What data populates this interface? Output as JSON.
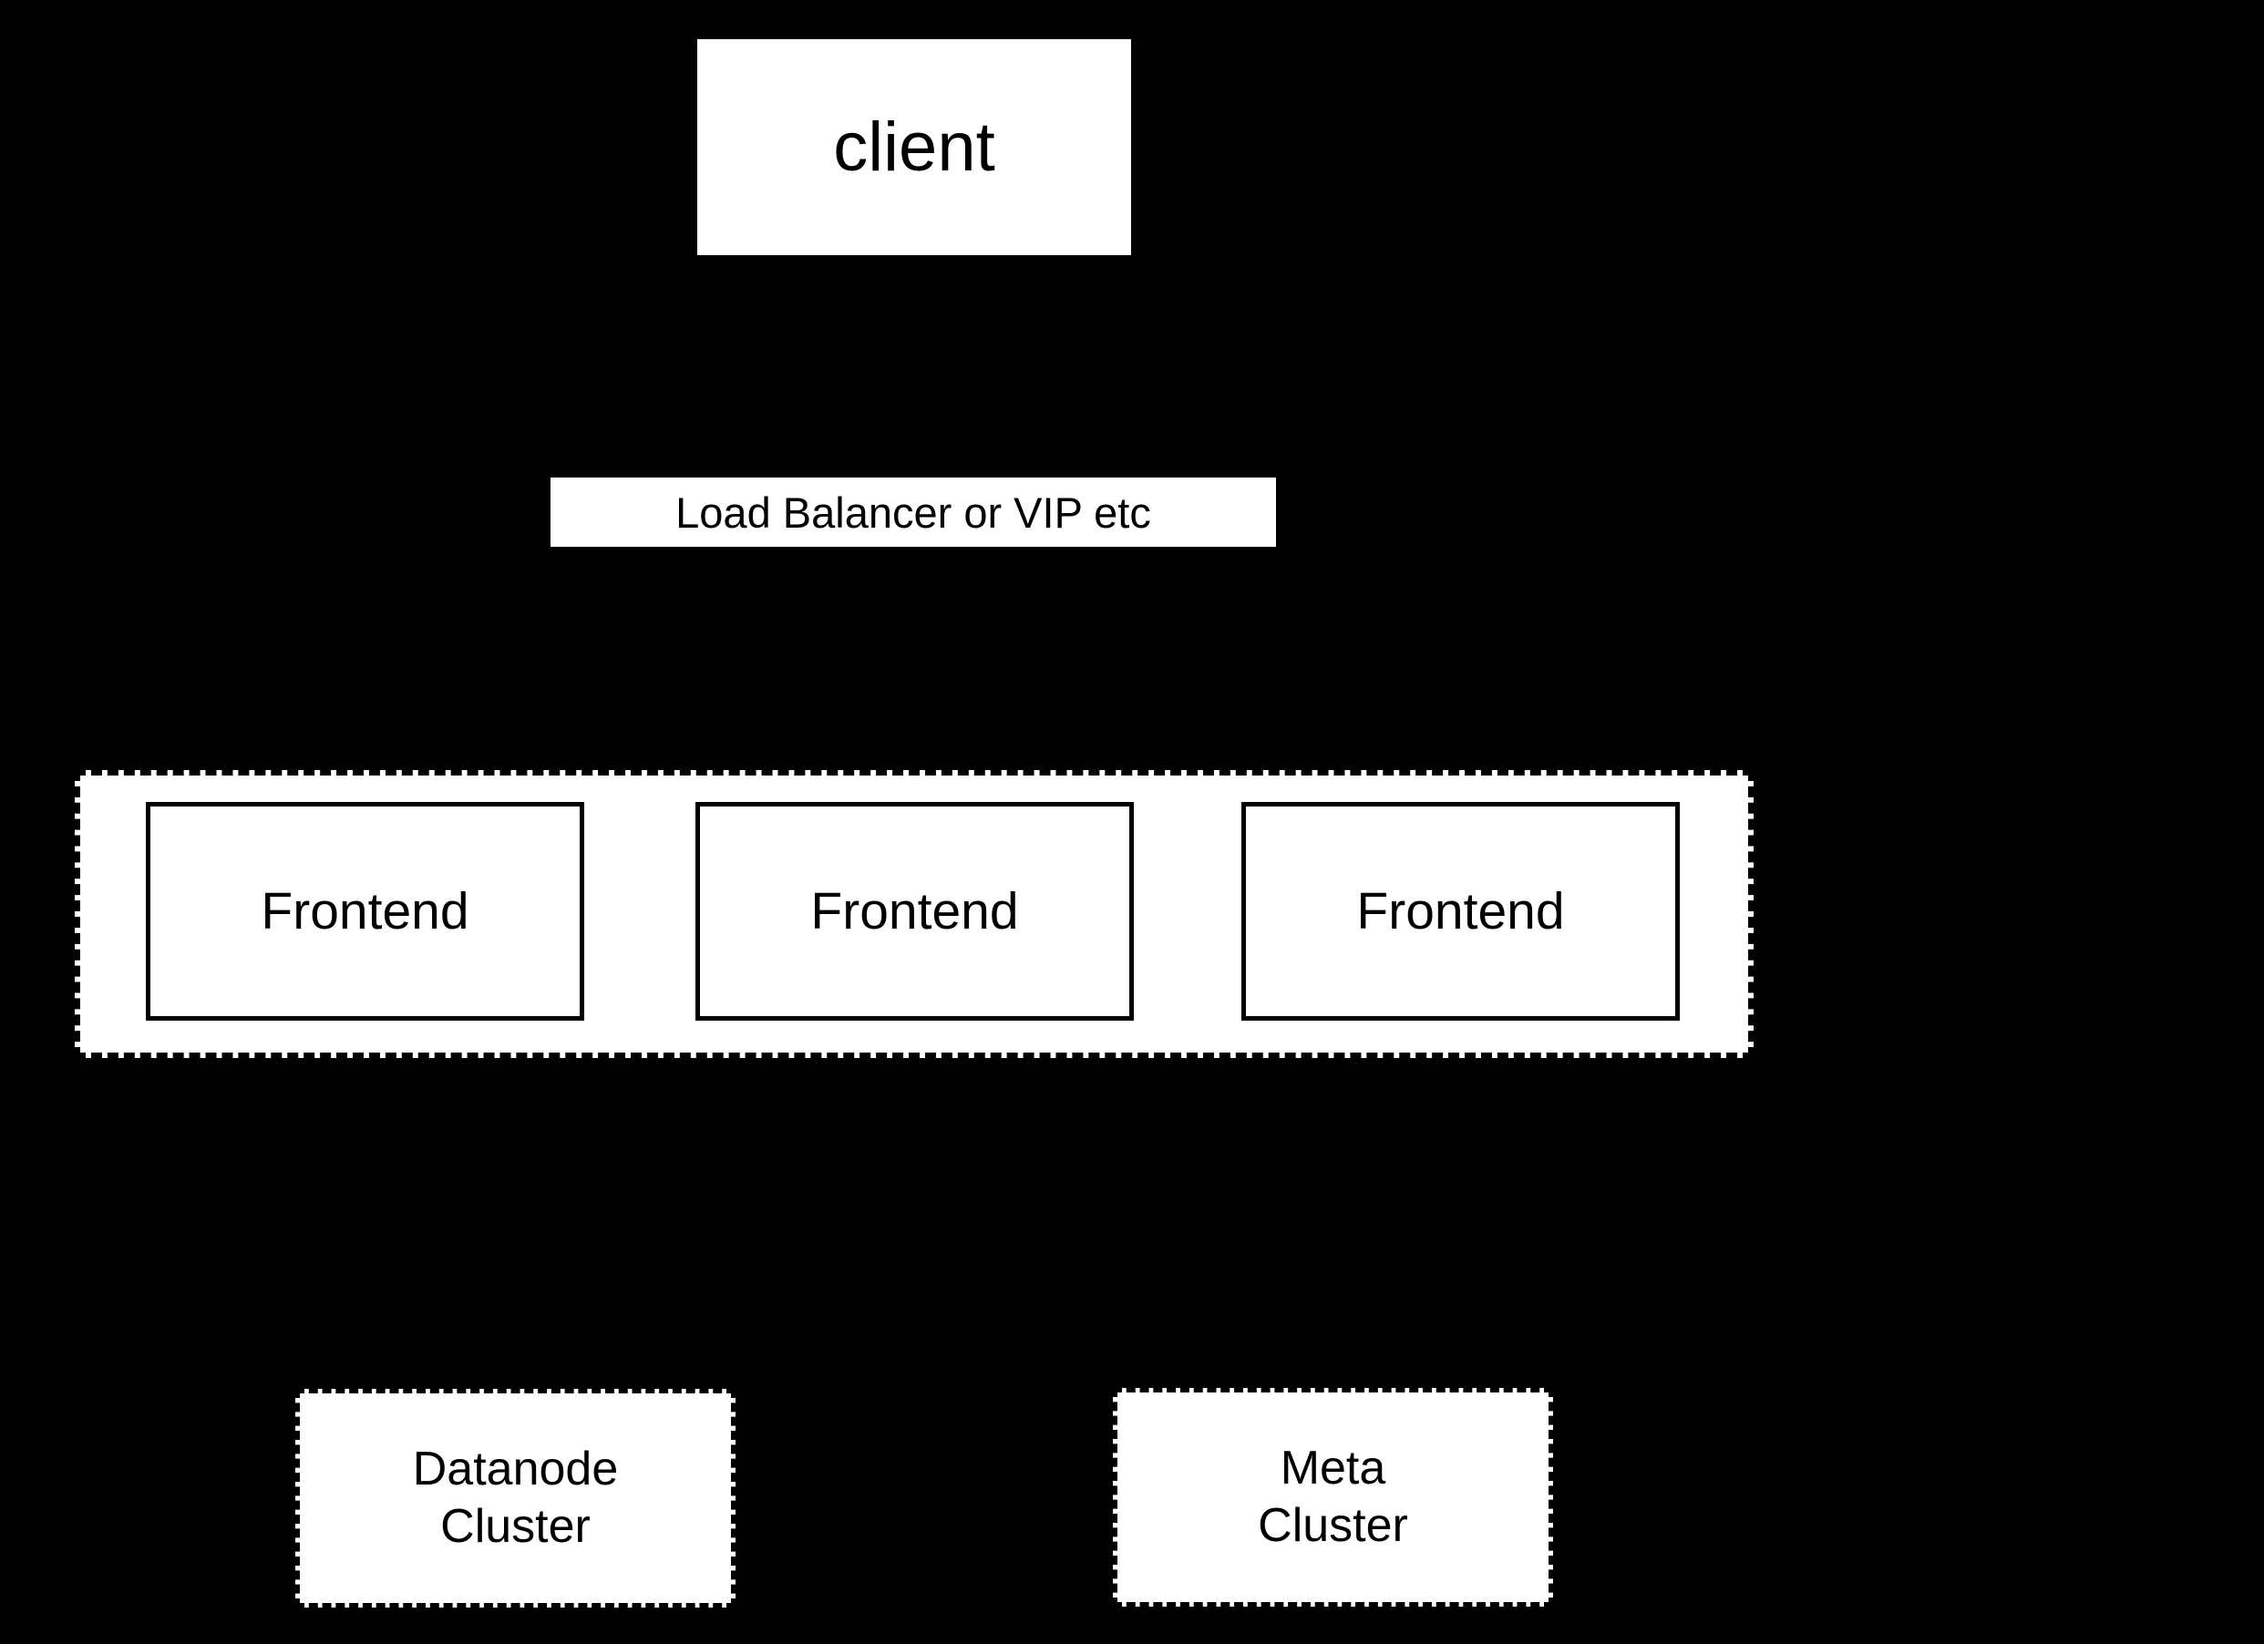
{
  "diagram": {
    "colors": {
      "background": "#000000",
      "node_fill": "#ffffff",
      "border": "#000000",
      "text": "#000000"
    },
    "client": {
      "label": "client"
    },
    "load_balancer": {
      "label": "Load Balancer or VIP etc"
    },
    "frontend_group": {
      "nodes": [
        {
          "label": "Frontend"
        },
        {
          "label": "Frontend"
        },
        {
          "label": "Frontend"
        }
      ]
    },
    "clusters": [
      {
        "line1": "Datanode",
        "line2": "Cluster"
      },
      {
        "line1": "Meta",
        "line2": "Cluster"
      }
    ]
  }
}
